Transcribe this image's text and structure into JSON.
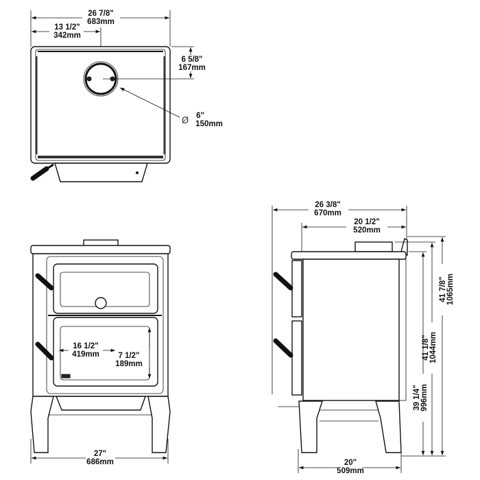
{
  "top_view": {
    "overall_width": {
      "in": "26 7/8\"",
      "mm": "683mm"
    },
    "flue_offset_x": {
      "in": "13 1/2\"",
      "mm": "342mm"
    },
    "flue_offset_y": {
      "in": "6  5/8\"",
      "mm": "167mm"
    },
    "flue_diameter": {
      "symbol": "Ø",
      "in": "6\"",
      "mm": "150mm"
    }
  },
  "front_view": {
    "overall_width": {
      "in": "27\"",
      "mm": "686mm"
    },
    "firebox_width": {
      "in": "16 1/2\"",
      "mm": "419mm"
    },
    "firebox_height": {
      "in": "7 1/2\"",
      "mm": "189mm"
    }
  },
  "side_view": {
    "overall_depth": {
      "in": "26 3/8\"",
      "mm": "670mm"
    },
    "body_depth": {
      "in": "20 1/2\"",
      "mm": "520mm"
    },
    "leg_depth": {
      "in": "20\"",
      "mm": "509mm"
    },
    "height_top": {
      "in": "39 1/4\"",
      "mm": "996mm"
    },
    "height_collar": {
      "in": "41 1/8\"",
      "mm": "1044mm"
    },
    "height_overall": {
      "in": "41 7/8\"",
      "mm": "1065mm"
    }
  }
}
